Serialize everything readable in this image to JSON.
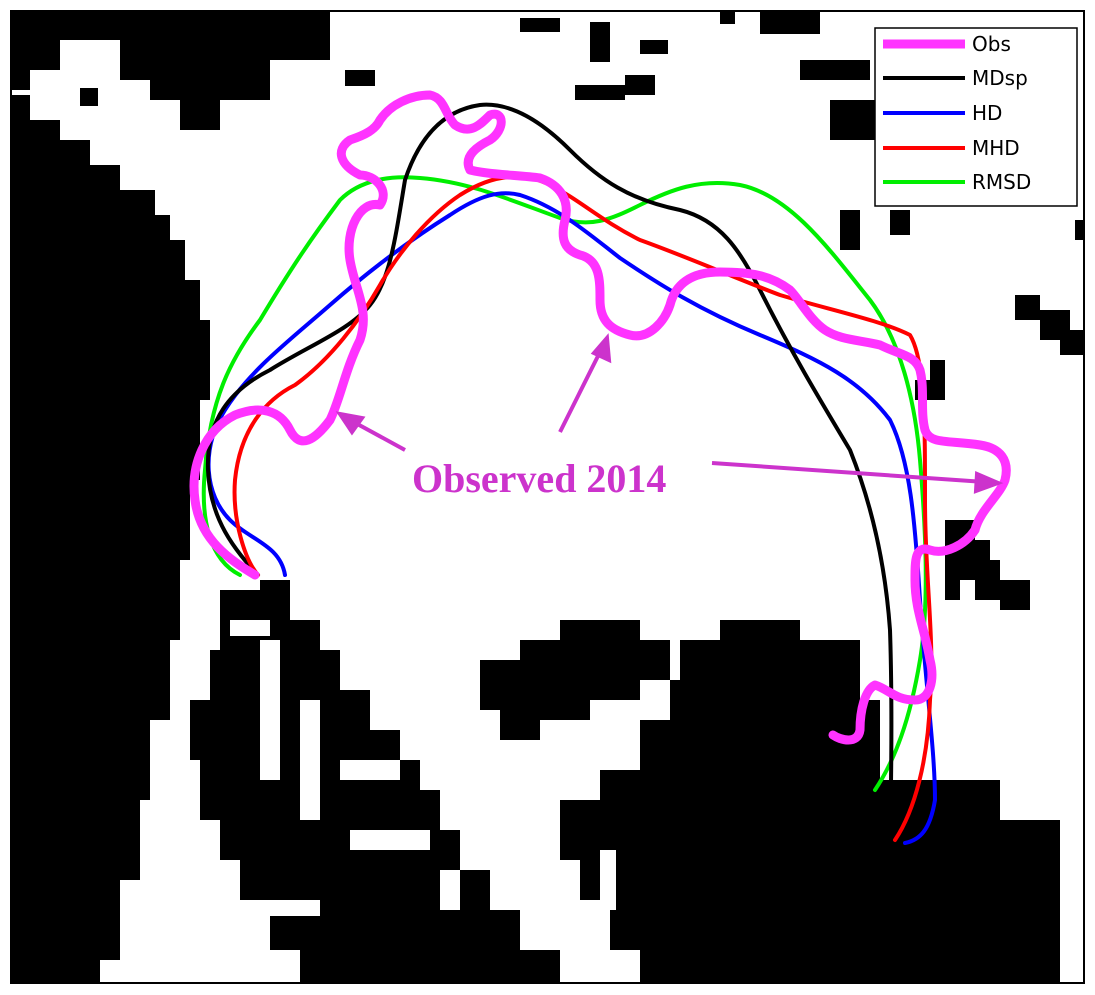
{
  "legend": {
    "items": [
      {
        "label": "Obs",
        "color": "#ff33ff"
      },
      {
        "label": "MDsp",
        "color": "#000000"
      },
      {
        "label": "HD",
        "color": "#0000ff"
      },
      {
        "label": "MHD",
        "color": "#ff0000"
      },
      {
        "label": "RMSD",
        "color": "#00ee00"
      }
    ]
  },
  "annotation": {
    "text": "Observed 2014",
    "color": "#cc33cc"
  },
  "colors": {
    "land": "#000000",
    "ocean": "#ffffff",
    "frame": "#000000"
  }
}
